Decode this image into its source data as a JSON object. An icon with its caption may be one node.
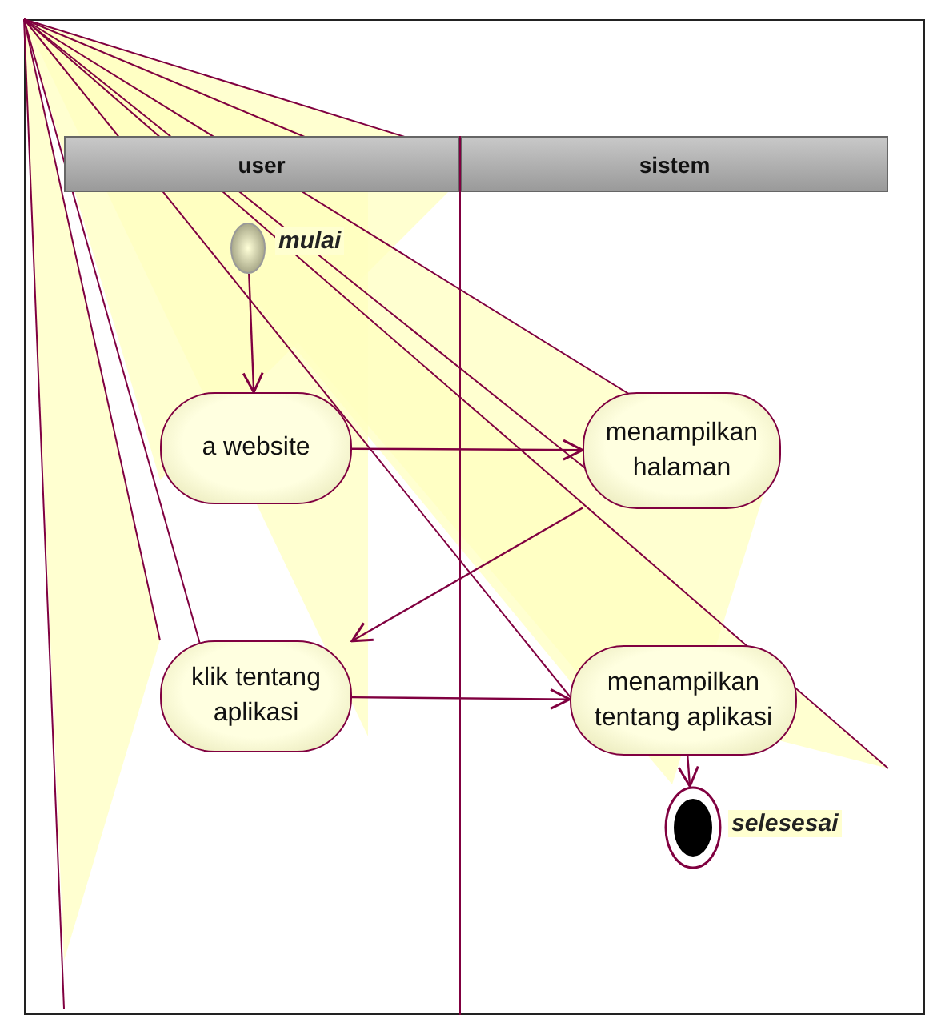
{
  "diagram": {
    "nodes": [
      {
        "text": [
          "user"
        ]
      },
      {
        "text": [
          "sistem"
        ]
      },
      {
        "text": [],
        "shape": "circle",
        "in": 0,
        "beside": [
          "mulai"
        ]
      },
      {
        "text": [
          "a website"
        ],
        "in": 0
      },
      {
        "text": [
          "menampilkan halaman"
        ],
        "in": 1
      },
      {
        "text": [
          "klik tentang aplikasi"
        ],
        "in": 0
      },
      {
        "text": [
          "menampilkan tentang aplikasi"
        ],
        "in": 1
      },
      {
        "text": [],
        "shape": "circle",
        "in": 1,
        "beside": [
          "selesesai"
        ]
      }
    ],
    "edges": [
      {
        "from": 2,
        "to": 3,
        "arrow": "to"
      },
      {
        "from": 3,
        "to": 4,
        "arrow": "to"
      },
      {
        "from": 4,
        "to": 5,
        "arrow": "to"
      },
      {
        "from": 5,
        "to": 6,
        "arrow": "to"
      },
      {
        "from": 6,
        "to": 7,
        "arrow": "to"
      }
    ]
  }
}
